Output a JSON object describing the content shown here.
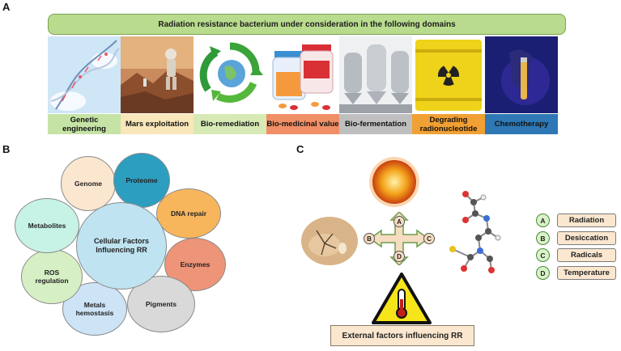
{
  "panels": {
    "a": "A",
    "b": "B",
    "c": "C"
  },
  "panel_a": {
    "banner": "Radiation resistance bacterium under consideration in the following domains",
    "domains": [
      {
        "label": "Genetic engineering",
        "color": "#c6e3a6",
        "icon": "dna-helix-image"
      },
      {
        "label": "Mars exploitation",
        "color": "#f9e6b9",
        "icon": "mars-astronaut-image"
      },
      {
        "label": "Bio-remediation",
        "color": "#d7eab6",
        "icon": "recycle-globe-image"
      },
      {
        "label": "Bio-medicinal value",
        "color": "#f08f66",
        "icon": "pill-bottles-image"
      },
      {
        "label": "Bio-fermentation",
        "color": "#bfbfbf",
        "icon": "fermentation-tanks-image"
      },
      {
        "label": "Degrading radionucleotide",
        "color": "#f1a033",
        "icon": "radioactive-barrel-image"
      },
      {
        "label": "Chemotherapy",
        "color": "#2e79b5",
        "icon": "vial-glove-image"
      }
    ]
  },
  "panel_b": {
    "center": "Cellular Factors Influencing RR",
    "factors": [
      {
        "label": "Genome",
        "color": "#fbe6cf"
      },
      {
        "label": "Proteome",
        "color": "#2c9ec0"
      },
      {
        "label": "DNA repair",
        "color": "#f7b65c"
      },
      {
        "label": "Enzymes",
        "color": "#ee9478"
      },
      {
        "label": "Pigments",
        "color": "#d9d9d9"
      },
      {
        "label": "Metals hemostasis",
        "color": "#cde3f6"
      },
      {
        "label": "ROS regulation",
        "color": "#d7efc4"
      },
      {
        "label": "Metabolites",
        "color": "#c7f2e6"
      }
    ],
    "center_color": "#bfe3f0"
  },
  "panel_c": {
    "arrow_labels": [
      "A",
      "B",
      "C",
      "D"
    ],
    "factors": [
      {
        "letter": "A",
        "label": "Radiation"
      },
      {
        "letter": "B",
        "label": "Desiccation"
      },
      {
        "letter": "C",
        "label": "Radicals"
      },
      {
        "letter": "D",
        "label": "Temperature"
      }
    ],
    "caption": "External factors influencing RR",
    "icons": [
      "sun-image",
      "desert-desiccation-image",
      "molecule-radicals-image",
      "thermometer-warning-icon"
    ]
  }
}
